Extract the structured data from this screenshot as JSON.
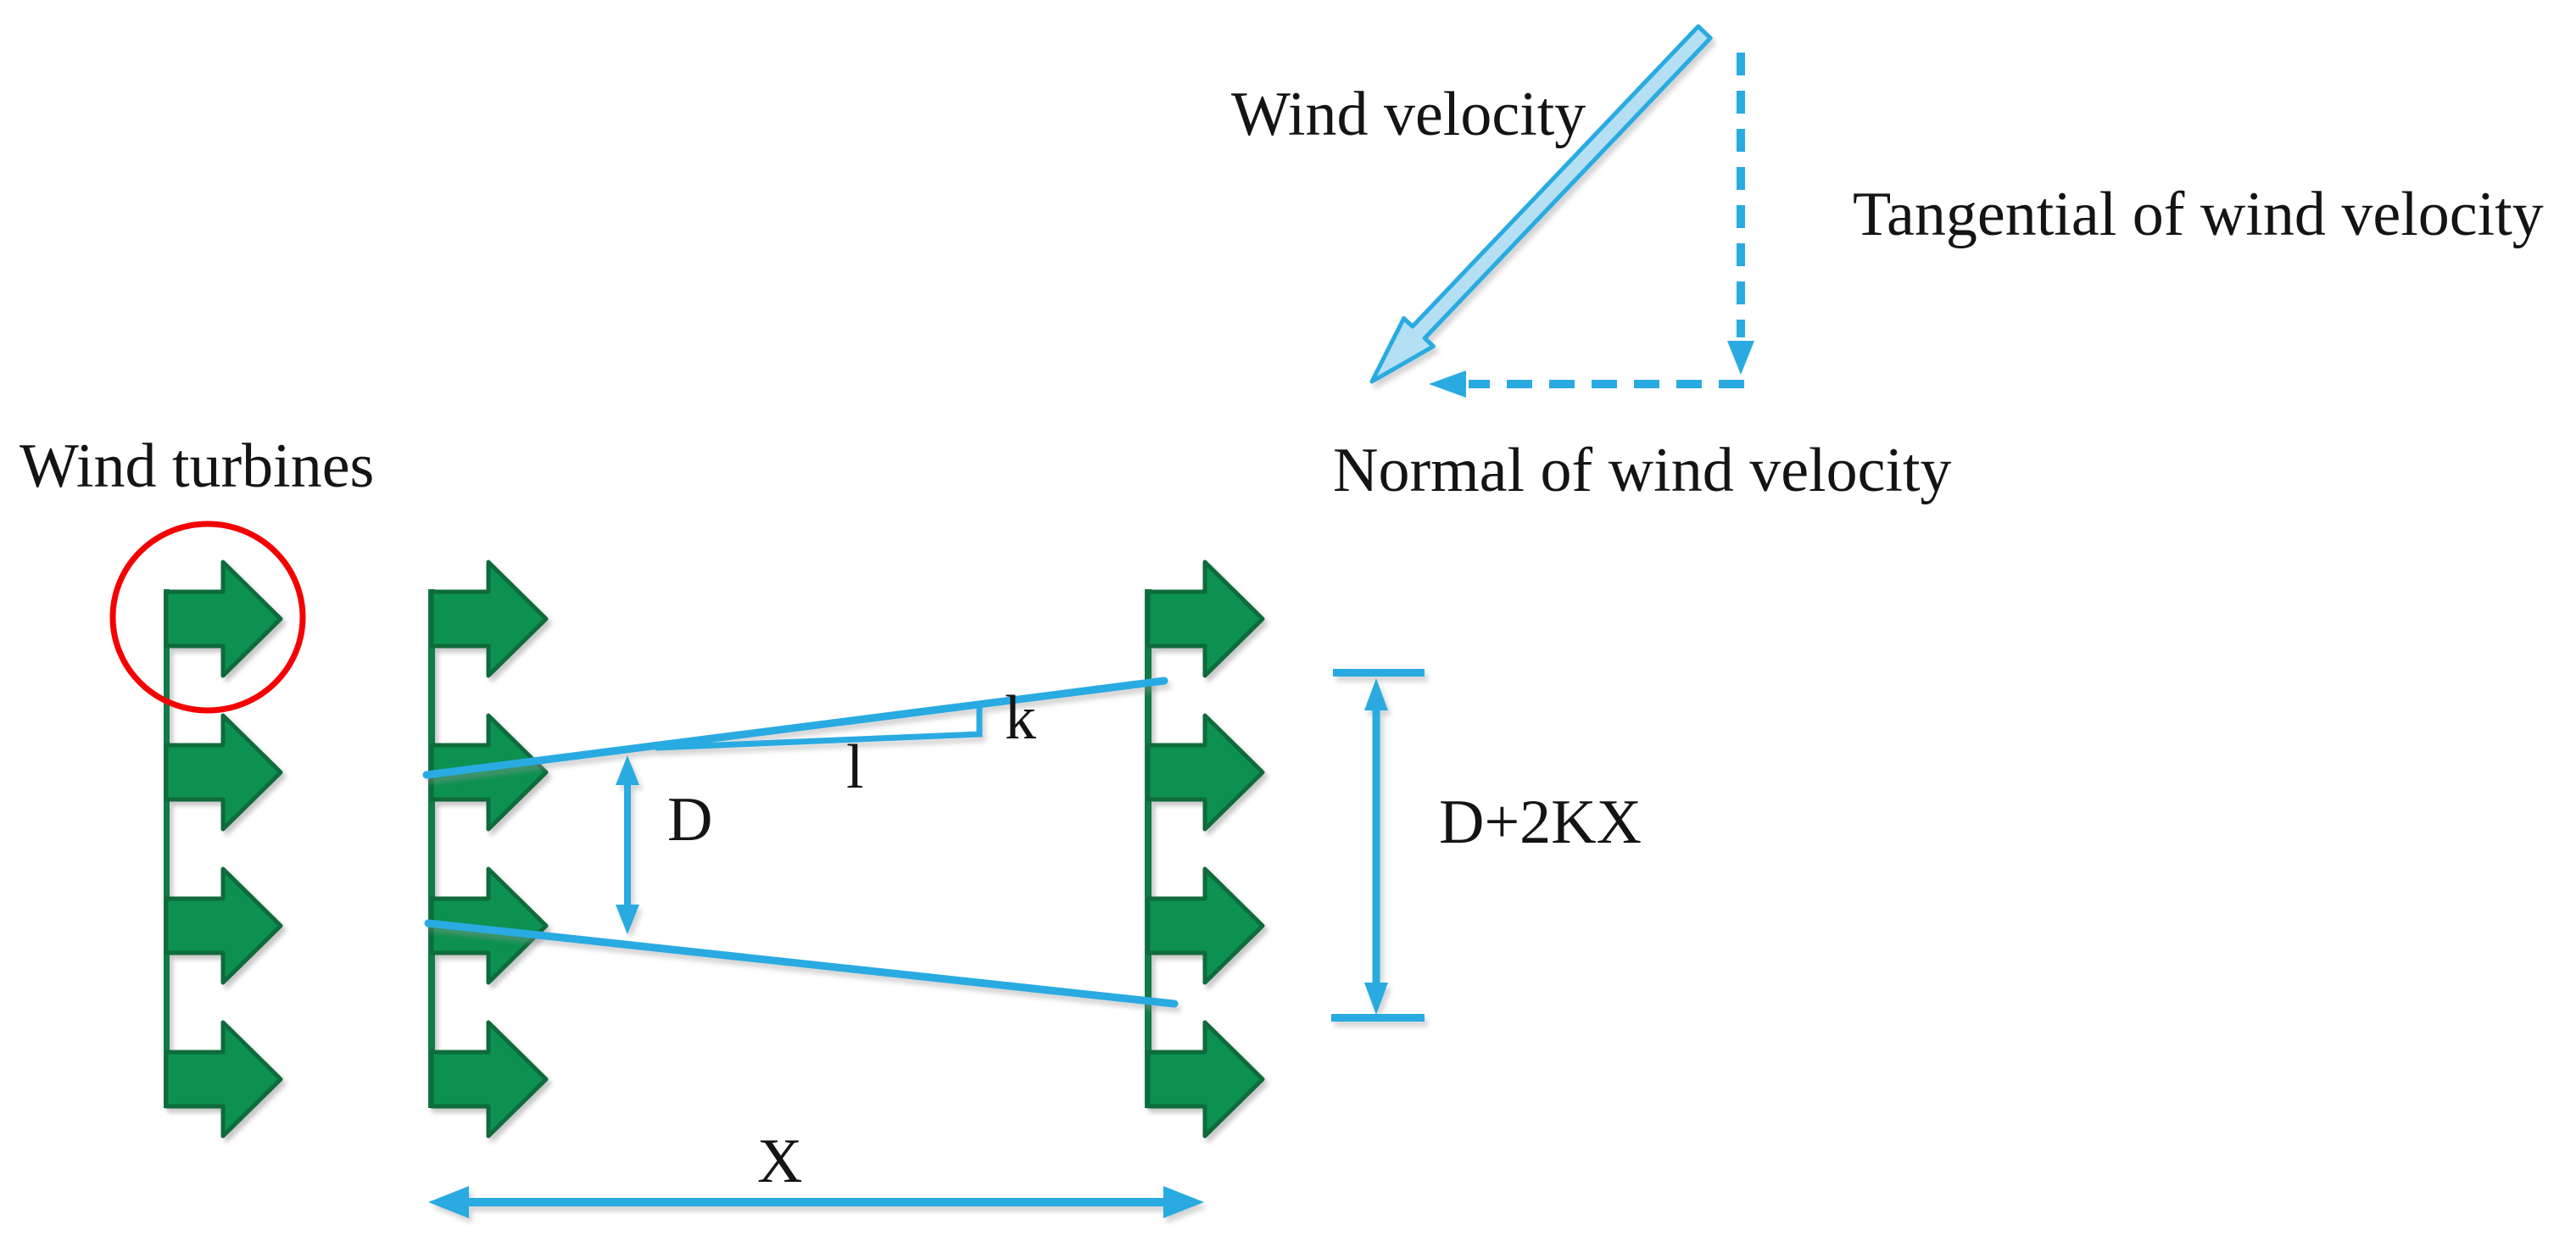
{
  "colors": {
    "green_fill": "#0c9150",
    "green_dark": "#0e6b3b",
    "green_line": "#117a45",
    "cyan": "#29abe2",
    "light_blue_fill": "#b5e0f4",
    "red": "#f40202",
    "text": "#141414",
    "bg": "#ffffff"
  },
  "vector_triangle": {
    "wind_velocity_label": "Wind velocity",
    "tangential_label": "Tangential of wind velocity",
    "normal_label": "Normal of wind velocity"
  },
  "turbine_field": {
    "title": "Wind turbines",
    "columns": 3,
    "arrows_per_column": 4
  },
  "wake_annotations": {
    "rotor_diameter": "D",
    "slope_base": "l",
    "slope_coefficient": "k",
    "wake_width": "D+2KX",
    "downstream_distance": "X"
  }
}
